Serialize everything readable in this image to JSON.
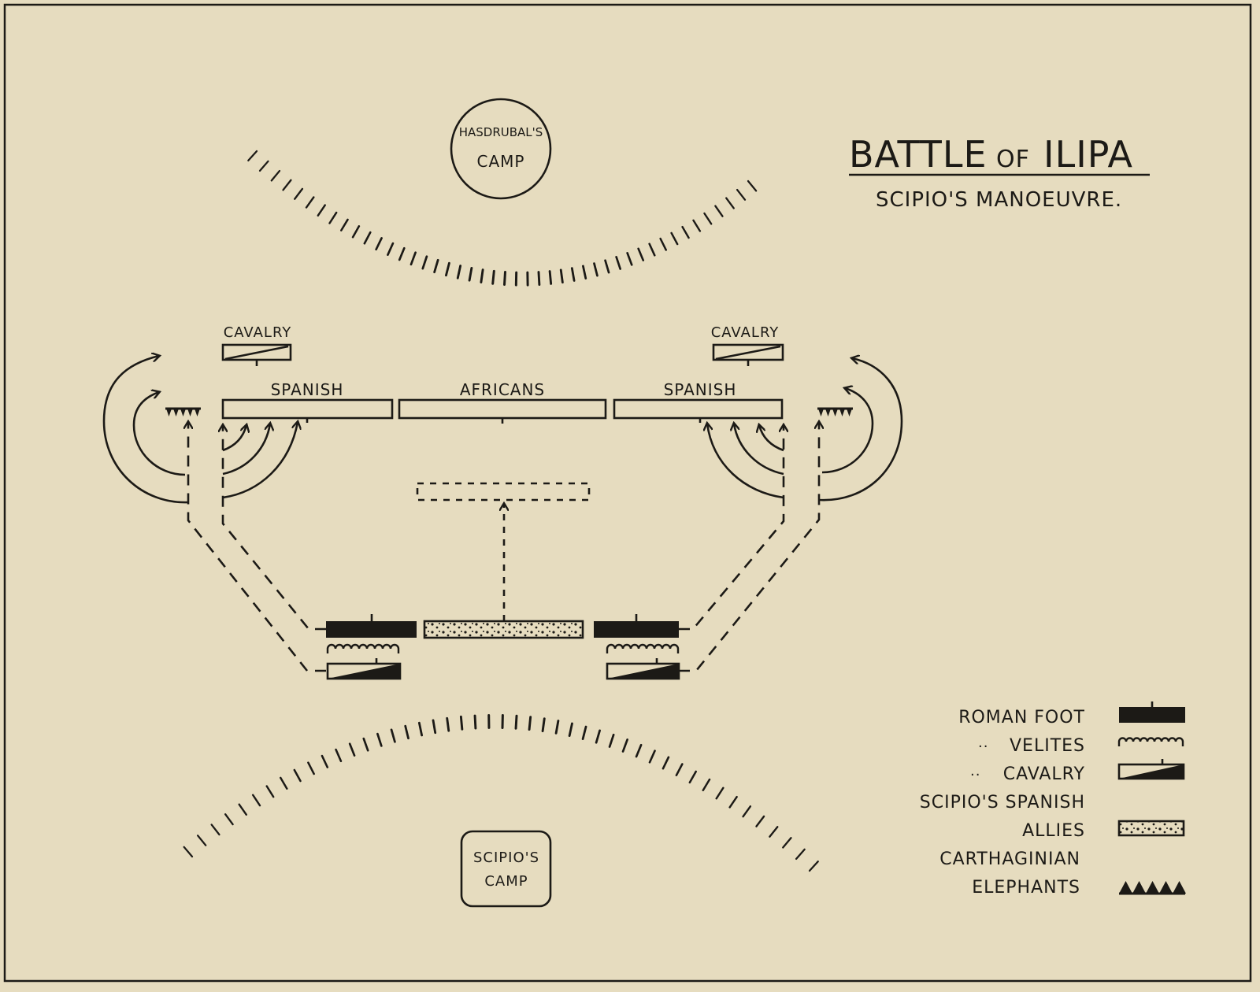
{
  "title_main": "BATTLE",
  "title_of": "OF",
  "title_end": "ILIPA",
  "subtitle": "SCIPIO'S MANOEUVRE.",
  "camps": {
    "hasdrubal_line1": "HASDRUBAL'S",
    "hasdrubal_line2": "CAMP",
    "scipio_line1": "SCIPIO'S",
    "scipio_line2": "CAMP"
  },
  "units": {
    "cavalry_left": "CAVALRY",
    "cavalry_right": "CAVALRY",
    "spanish_left": "SPANISH",
    "africans": "AFRICANS",
    "spanish_right": "SPANISH"
  },
  "legend": {
    "roman_foot": "ROMAN FOOT",
    "velites_mark": "··",
    "velites": "VELITES",
    "cavalry_mark": "··",
    "cavalry": "CAVALRY",
    "allies_line1": "SCIPIO'S SPANISH",
    "allies_line2": "ALLIES",
    "elephants_line1": "CARTHAGINIAN",
    "elephants_line2": "ELEPHANTS"
  },
  "colors": {
    "paper": "#e6dcbf",
    "ink": "#1c1a16"
  }
}
